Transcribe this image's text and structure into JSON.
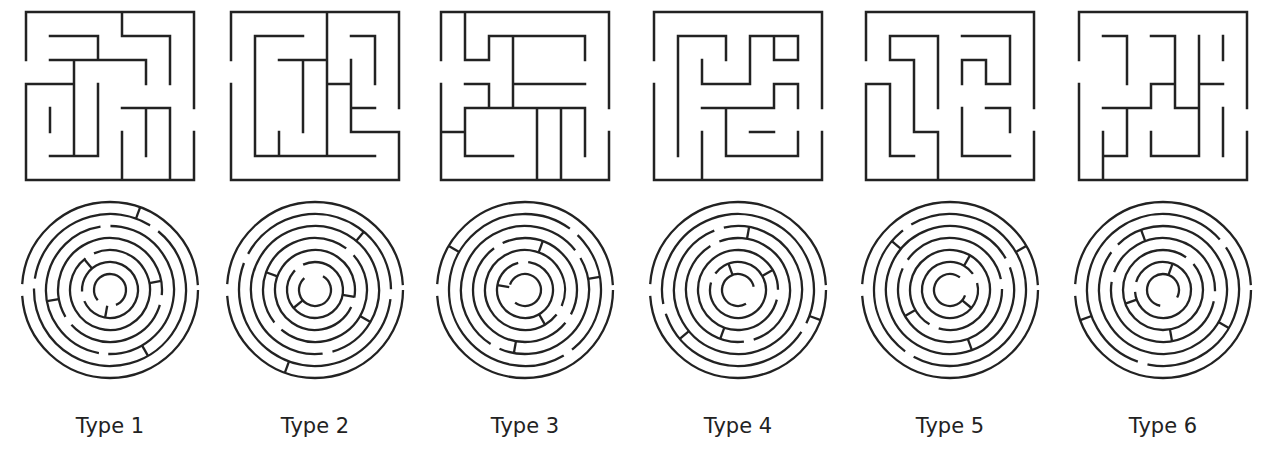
{
  "diagram": {
    "labels": [
      "Type 1",
      "Type 2",
      "Type 3",
      "Type 4",
      "Type 5",
      "Type 6"
    ]
  }
}
